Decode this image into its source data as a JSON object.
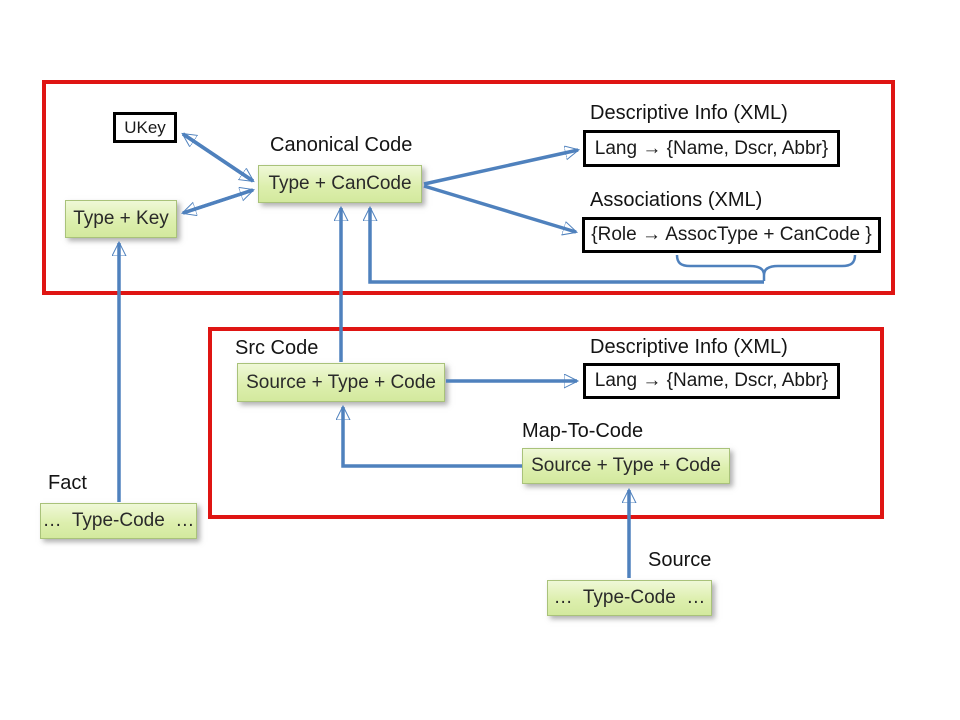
{
  "colors": {
    "frame_red": "#df1513",
    "arrow_blue": "#4f81bd",
    "box_green_fill": "#ddefae",
    "box_green_border": "#a9c27a",
    "box_white_border": "#000000"
  },
  "canonical": {
    "title": "Canonical Code",
    "key_box": "Type + CanCode",
    "ukey_box": "UKey",
    "type_key_box": "Type + Key",
    "descriptive_title": "Descriptive Info (XML)",
    "descriptive_box": "Lang → {Name, Dscr, Abbr}",
    "associations_title": "Associations (XML)",
    "associations_box": "{Role → AssocType + CanCode }"
  },
  "source_code": {
    "src_title": "Src Code",
    "src_box": "Source + Type + Code",
    "descriptive_title": "Descriptive Info (XML)",
    "descriptive_box": "Lang → {Name, Dscr, Abbr}",
    "map_title": "Map-To-Code",
    "map_box": "Source + Type + Code"
  },
  "fact": {
    "title": "Fact",
    "box": "…  Type-Code  …"
  },
  "source": {
    "title": "Source",
    "box": "…  Type-Code  …"
  },
  "connections": [
    {
      "from": "Type + CanCode",
      "to": "UKey",
      "style": "double-headed"
    },
    {
      "from": "Type + CanCode",
      "to": "Type + Key",
      "style": "double-headed"
    },
    {
      "from": "Type + CanCode",
      "to": "Lang → {Name, Dscr, Abbr} (canonical)",
      "style": "single"
    },
    {
      "from": "Type + CanCode",
      "to": "{Role → AssocType + CanCode }",
      "style": "single"
    },
    {
      "from": "Source + Type + Code (Src Code)",
      "to": "Type + CanCode",
      "style": "single"
    },
    {
      "from": "{Role → AssocType + CanCode } (brace)",
      "to": "Type + CanCode",
      "style": "elbow"
    },
    {
      "from": "Source + Type + Code (Map-To-Code)",
      "to": "Source + Type + Code (Src Code)",
      "style": "elbow"
    },
    {
      "from": "Source + Type + Code (Src Code)",
      "to": "Lang → {Name, Dscr, Abbr} (source)",
      "style": "single"
    },
    {
      "from": "… Type-Code … (Source)",
      "to": "Source + Type + Code (Map-To-Code)",
      "style": "single"
    },
    {
      "from": "… Type-Code … (Fact)",
      "to": "Type + Key",
      "style": "single"
    }
  ]
}
